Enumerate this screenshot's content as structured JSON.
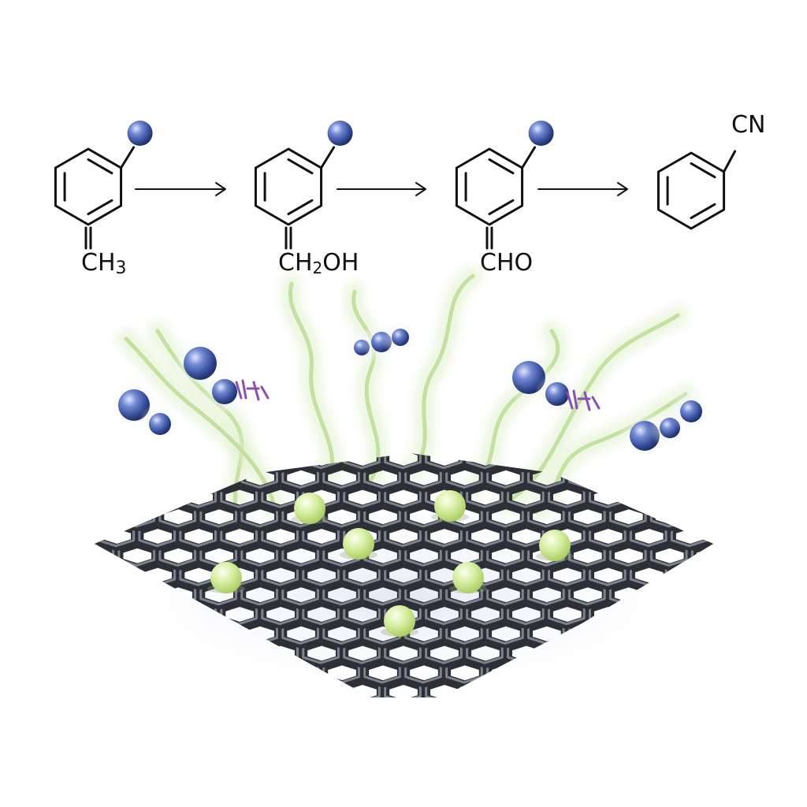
{
  "scheme": {
    "compounds": [
      {
        "id": "toluene",
        "label": "CH3",
        "label_main": "CH",
        "label_sub": "3",
        "has_atom": true
      },
      {
        "id": "benzyl-alcohol",
        "label": "CH2OH",
        "label_main": "CH",
        "label_sub": "2",
        "label_tail": "OH",
        "has_atom": true
      },
      {
        "id": "benzaldehyde",
        "label": "CHO",
        "has_atom": true
      },
      {
        "id": "benzonitrile",
        "label": "CN",
        "has_atom": false
      }
    ],
    "arrow_count": 3
  },
  "colors": {
    "bond": "#111111",
    "atom_blue": "#3d55a6",
    "atom_blue_light": "#b9c8f2",
    "lattice_dark": "#3a3d44",
    "lattice_light": "#9aa0aa",
    "active_site": "#cfe79a",
    "plume": "#b8dc8a",
    "accent_purple": "#8a4fb6"
  },
  "catalyst": {
    "support": "hexagonal carbon lattice",
    "active_site_icon": "sphere-icon"
  }
}
